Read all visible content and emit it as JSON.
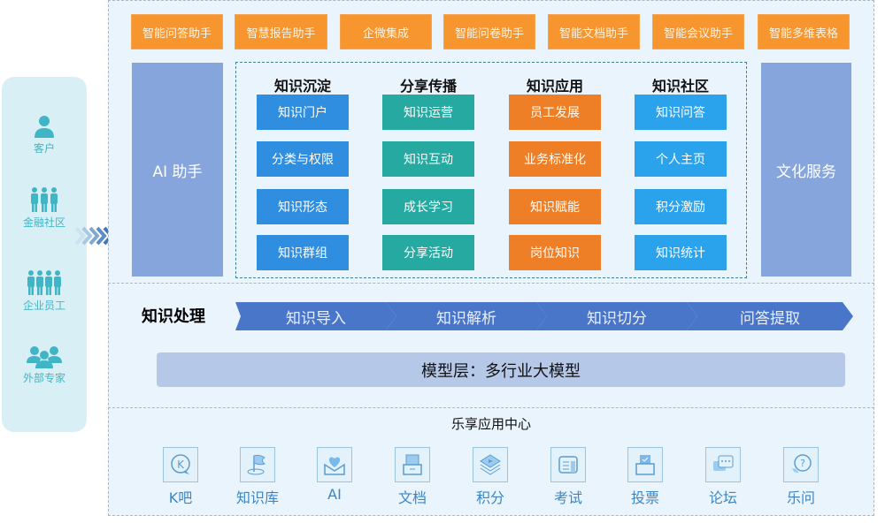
{
  "users": {
    "items": [
      {
        "label": "客户",
        "icon": "person-icon"
      },
      {
        "label": "金融社区",
        "icon": "group-three-icon"
      },
      {
        "label": "企业员工",
        "icon": "group-four-icon"
      },
      {
        "label": "外部专家",
        "icon": "team-icon"
      }
    ]
  },
  "top_assistants": [
    "智能问答助手",
    "智慧报告助手",
    "企微集成",
    "智能问卷助手",
    "智能文档助手",
    "智能会议助手",
    "智能多维表格"
  ],
  "side_left": "AI 助手",
  "side_right": "文化服务",
  "columns": [
    {
      "title": "知识沉淀",
      "items": [
        "知识门户",
        "分类与权限",
        "知识形态",
        "知识群组"
      ],
      "color": "#2f8ee0"
    },
    {
      "title": "分享传播",
      "items": [
        "知识运营",
        "知识互动",
        "成长学习",
        "分享活动"
      ],
      "color": "#25a9a0"
    },
    {
      "title": "知识应用",
      "items": [
        "员工发展",
        "业务标准化",
        "知识赋能",
        "岗位知识"
      ],
      "color": "#ef7f26"
    },
    {
      "title": "知识社区",
      "items": [
        "知识问答",
        "个人主页",
        "积分激励",
        "知识统计"
      ],
      "color": "#2aa3ec"
    }
  ],
  "processing": {
    "title": "知识处理",
    "steps": [
      "知识导入",
      "知识解析",
      "知识切分",
      "问答提取"
    ]
  },
  "model_layer": "模型层：多行业大模型",
  "app_center": {
    "title": "乐享应用中心",
    "apps": [
      {
        "label": "K吧",
        "icon": "k-chat-icon"
      },
      {
        "label": "知识库",
        "icon": "flag-icon"
      },
      {
        "label": "AI",
        "icon": "heart-envelope-icon"
      },
      {
        "label": "文档",
        "icon": "document-tray-icon"
      },
      {
        "label": "积分",
        "icon": "book-stack-icon"
      },
      {
        "label": "考试",
        "icon": "exam-paper-icon"
      },
      {
        "label": "投票",
        "icon": "ballot-box-icon"
      },
      {
        "label": "论坛",
        "icon": "forum-bubbles-icon"
      },
      {
        "label": "乐问",
        "icon": "question-bubble-icon"
      }
    ]
  }
}
